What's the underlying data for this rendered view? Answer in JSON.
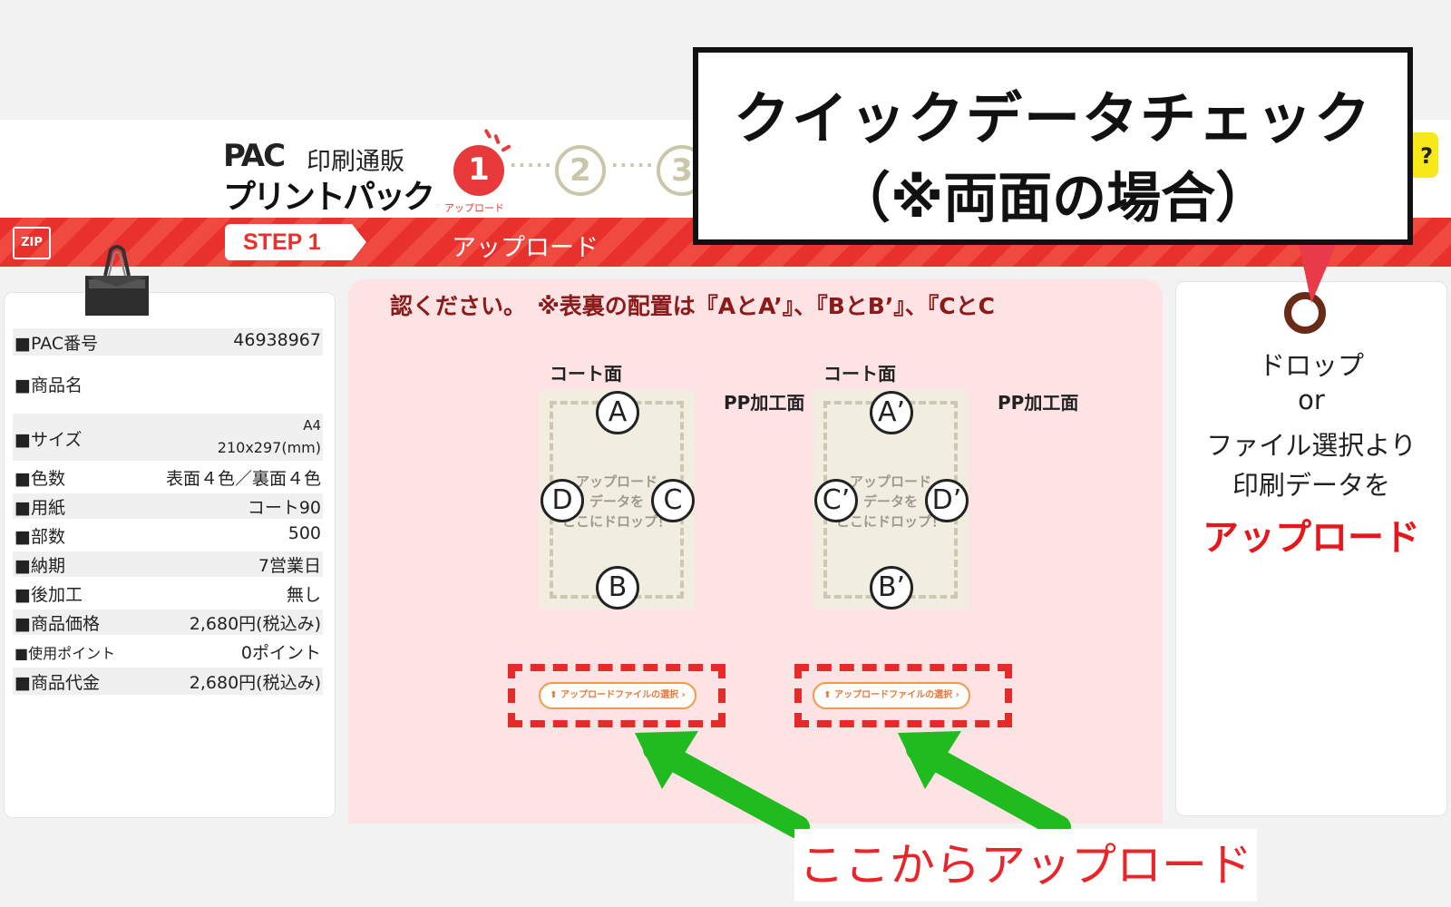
{
  "logo": {
    "pac": "PAC",
    "sub": "印刷通販",
    "brand": "プリントパック"
  },
  "steps": {
    "one": "1",
    "two": "2",
    "three": "3",
    "one_label": "アップロード",
    "dots": "·····"
  },
  "help": "?",
  "bar": {
    "zip": "ZIP",
    "step": "STEP 1",
    "title": "アップロード"
  },
  "info": {
    "pac_number_label": "■PAC番号",
    "pac_number": "46938967",
    "product_name_label": "■商品名",
    "size_label": "■サイズ",
    "size_name": "A4",
    "size_dim": "210x297(mm)",
    "colors_label": "■色数",
    "colors": "表面４色／裏面４色",
    "paper_label": "■用紙",
    "paper": "コート90",
    "copies_label": "■部数",
    "copies": "500",
    "delivery_label": "■納期",
    "delivery": "7営業日",
    "finishing_label": "■後加工",
    "finishing": "無し",
    "price_label": "■商品価格",
    "price": "2,680円(税込み)",
    "points_label": "■使用ポイント",
    "points": "0ポイント",
    "total_label": "■商品代金",
    "total": "2,680円(税込み)"
  },
  "upload": {
    "notice": "認ください。　※表裏の配置は『AとA’』、『BとB’』、『CとC",
    "coat_face": "コート面",
    "pp_face": "PP加工面",
    "drop_hint_1": "アップロード",
    "drop_hint_2": "データを",
    "drop_hint_3": "ここにドロップ！",
    "front": {
      "top": "A",
      "left": "D",
      "right": "C",
      "bottom": "B"
    },
    "back": {
      "top": "A’",
      "left": "C’",
      "right": "D’",
      "bottom": "B’"
    },
    "select_button": "アップロードファイルの選択"
  },
  "right": {
    "line1": "ドロップ",
    "line2": "or",
    "line3": "ファイル選択より",
    "line4": "印刷データを",
    "accent": "アップロード"
  },
  "callout": {
    "line1": "クイックデータチェック",
    "line2": "（※両面の場合）"
  },
  "bottom_label": "ここからアップロード",
  "colors": {
    "brand_red": "#e8302c",
    "annotation_red": "#e62a2a",
    "arrow_green": "#1fbb1f",
    "pink_bg": "#fde3e3"
  }
}
